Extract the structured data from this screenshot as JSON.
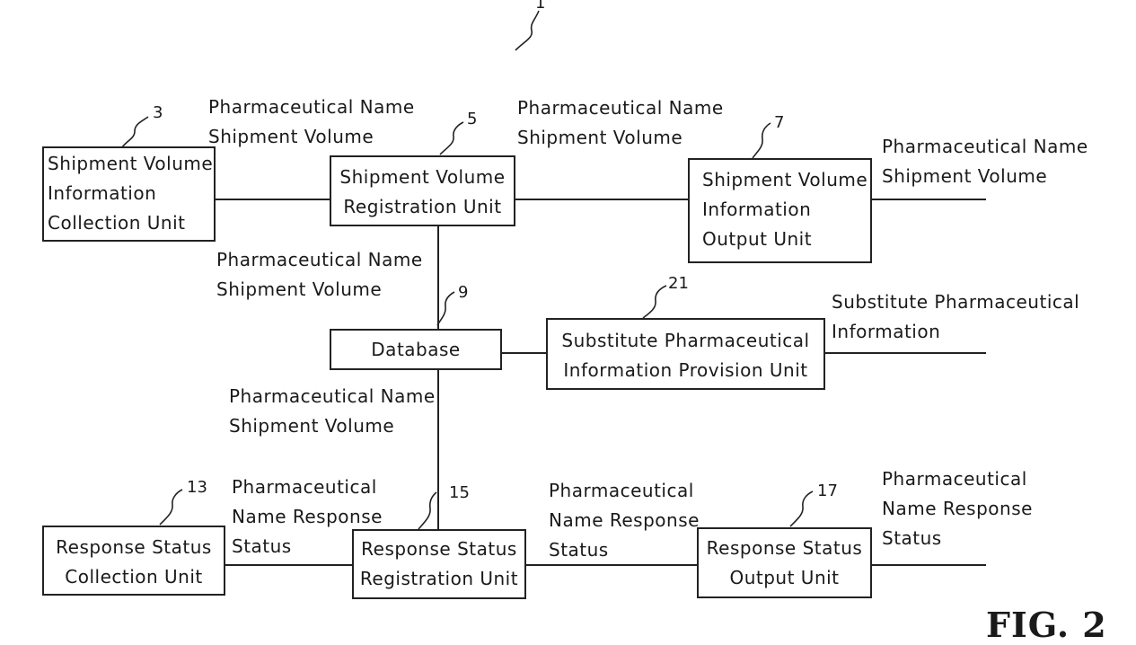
{
  "figure": {
    "title": "FIG. 2",
    "system_ref": "1"
  },
  "units": {
    "collection": {
      "ref": "3",
      "text": "Shipment Volume\nInformation\nCollection Unit"
    },
    "registration": {
      "ref": "5",
      "text": "Shipment Volume\nRegistration Unit"
    },
    "output": {
      "ref": "7",
      "text": "Shipment Volume\nInformation\nOutput Unit"
    },
    "database": {
      "ref": "9",
      "text": "Database"
    },
    "substitute": {
      "ref": "21",
      "text": "Substitute Pharmaceutical\nInformation Provision Unit"
    },
    "response_collection": {
      "ref": "13",
      "text": "Response Status\nCollection Unit"
    },
    "response_registration": {
      "ref": "15",
      "text": "Response Status\nRegistration Unit"
    },
    "response_output": {
      "ref": "17",
      "text": "Response Status\nOutput Unit"
    }
  },
  "flows": {
    "collect_to_register": "Pharmaceutical Name\nShipment Volume",
    "register_to_output": "Pharmaceutical Name\nShipment Volume",
    "output_out": "Pharmaceutical Name\nShipment Volume",
    "register_to_db": "Pharmaceutical Name\nShipment Volume",
    "substitute_out": "Substitute Pharmaceutical\nInformation",
    "db_to_response": "Pharmaceutical Name\nShipment Volume",
    "response_collect_to_register": "Pharmaceutical\nName Response\nStatus",
    "response_register_to_output": "Pharmaceutical\nName Response\nStatus",
    "response_output_out": "Pharmaceutical\nName Response\nStatus"
  }
}
